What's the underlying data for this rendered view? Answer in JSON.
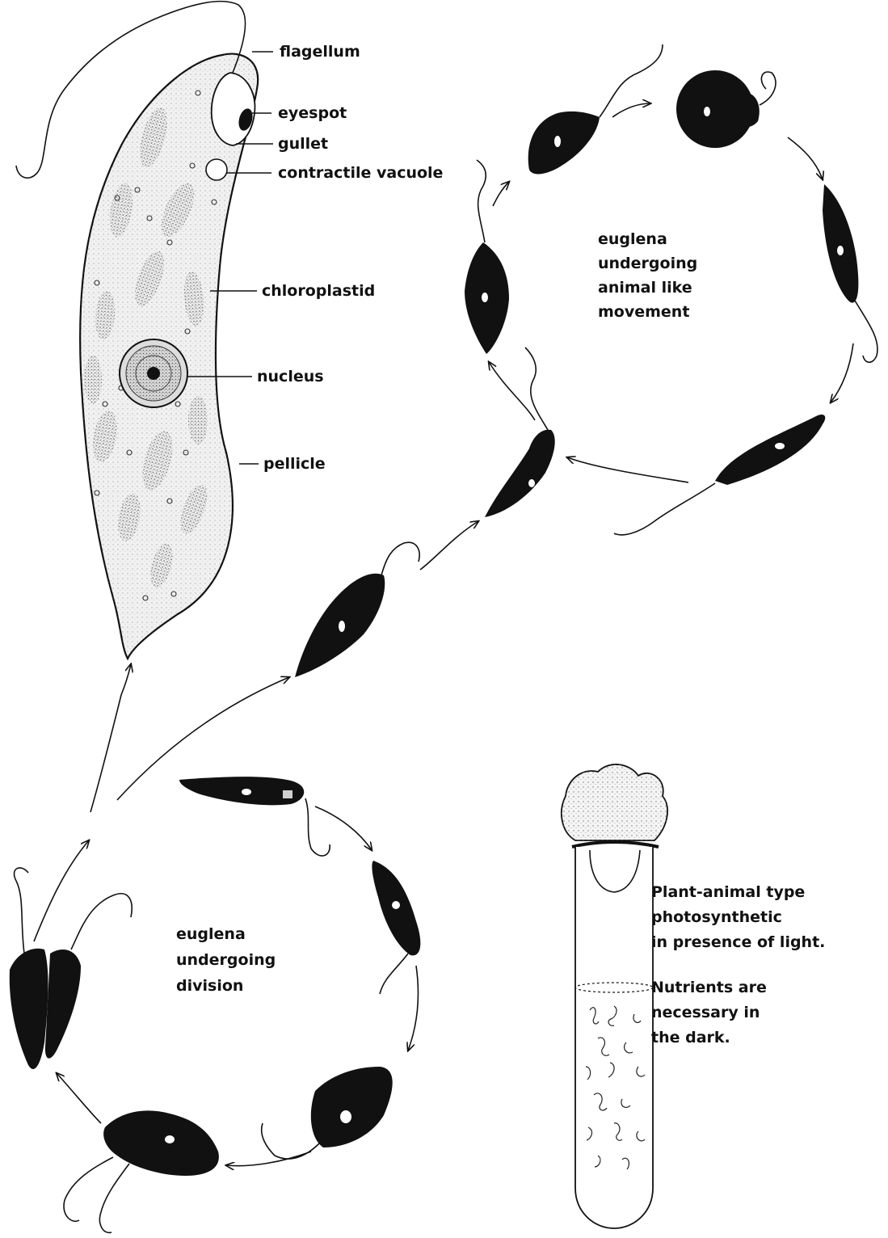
{
  "labels": {
    "flagellum": "flagellum",
    "eyespot": "eyespot",
    "gullet": "gullet",
    "contractile_vacuole": "contractile vacuole",
    "chloroplastid": "chloroplastid",
    "nucleus": "nucleus",
    "pellicle": "pellicle"
  },
  "movement_caption": [
    "euglena",
    "undergoing",
    "animal like",
    "movement"
  ],
  "division_caption": [
    "euglena",
    "undergoing",
    "division"
  ],
  "test_tube_notes": {
    "light": [
      "Plant-animal type",
      "photosynthetic",
      "in presence of light."
    ],
    "dark": [
      "Nutrients are",
      "necessary in",
      "the dark."
    ]
  },
  "colors": {
    "ink": "#111111",
    "cell_fill": "#f1f1f1",
    "background": "#ffffff"
  }
}
